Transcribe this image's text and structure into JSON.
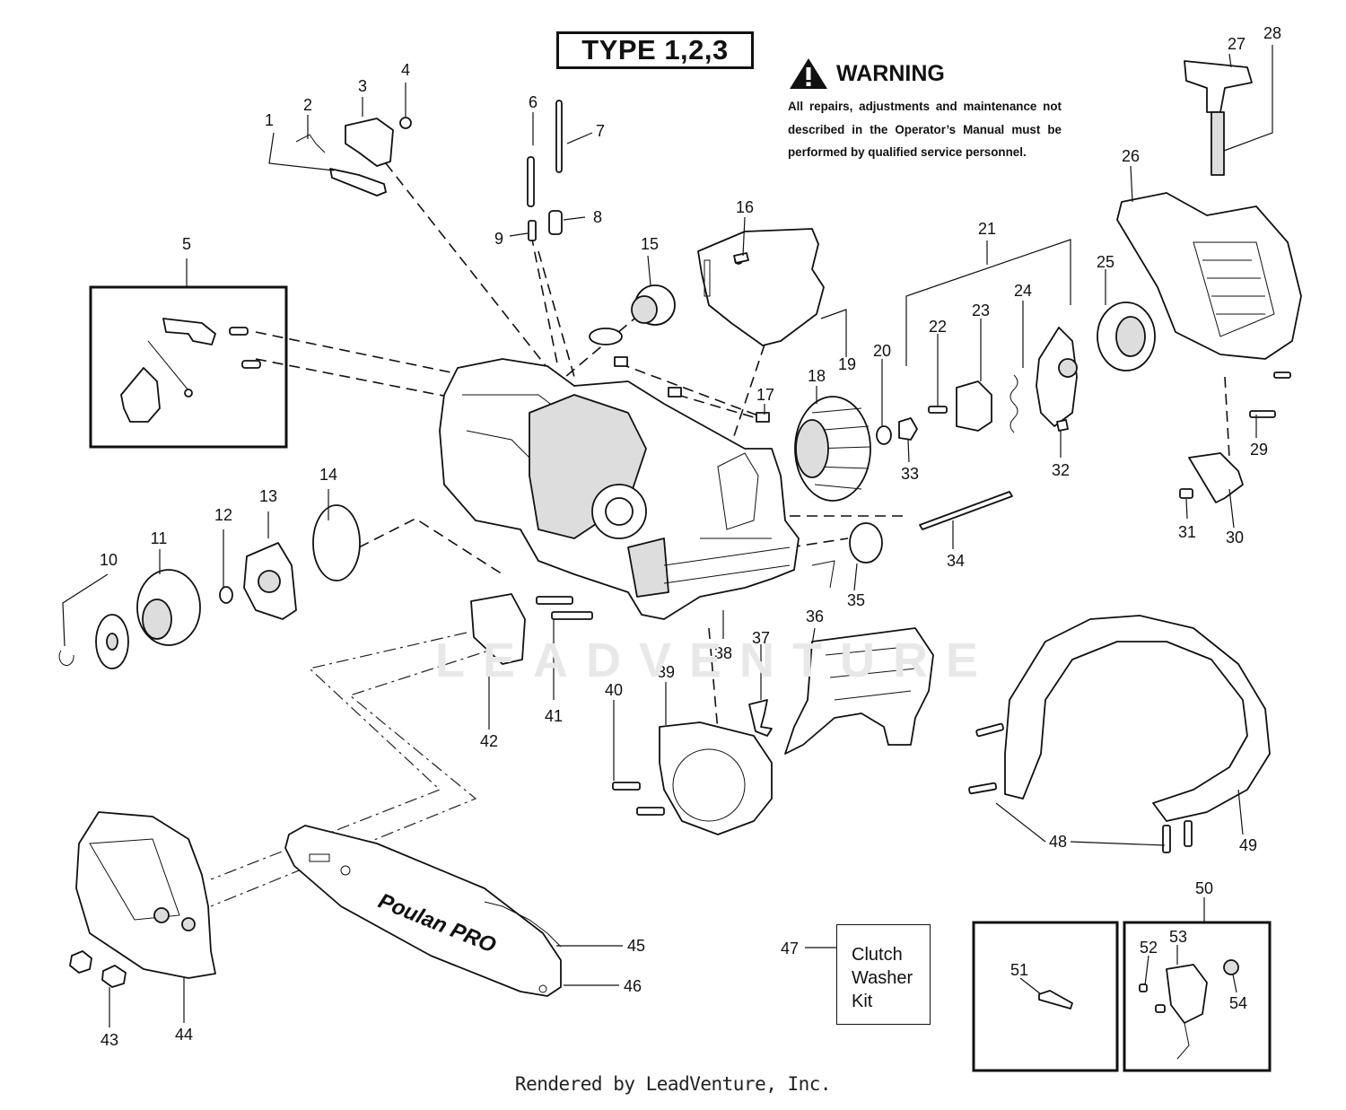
{
  "header": {
    "type_label": "TYPE 1,2,3"
  },
  "warning": {
    "title": "WARNING",
    "text": "All repairs, adjustments and maintenance not described in the Operator’s Manual must be performed by qualified service personnel.",
    "icon": "warning-triangle-icon"
  },
  "clutch_kit": {
    "callout": "47",
    "line1": "Clutch",
    "line2": "Washer",
    "line3": "Kit"
  },
  "watermark": "LEADVENTURE",
  "footer": "Rendered by LeadVenture, Inc.",
  "callouts": [
    "1",
    "2",
    "3",
    "4",
    "5",
    "6",
    "7",
    "8",
    "9",
    "10",
    "11",
    "12",
    "13",
    "14",
    "15",
    "16",
    "17",
    "18",
    "19",
    "20",
    "21",
    "22",
    "23",
    "24",
    "25",
    "26",
    "27",
    "28",
    "29",
    "30",
    "31",
    "32",
    "33",
    "34",
    "35",
    "36",
    "37",
    "38",
    "39",
    "40",
    "41",
    "42",
    "43",
    "44",
    "45",
    "46",
    "48",
    "49",
    "50",
    "51",
    "52",
    "53",
    "54"
  ]
}
